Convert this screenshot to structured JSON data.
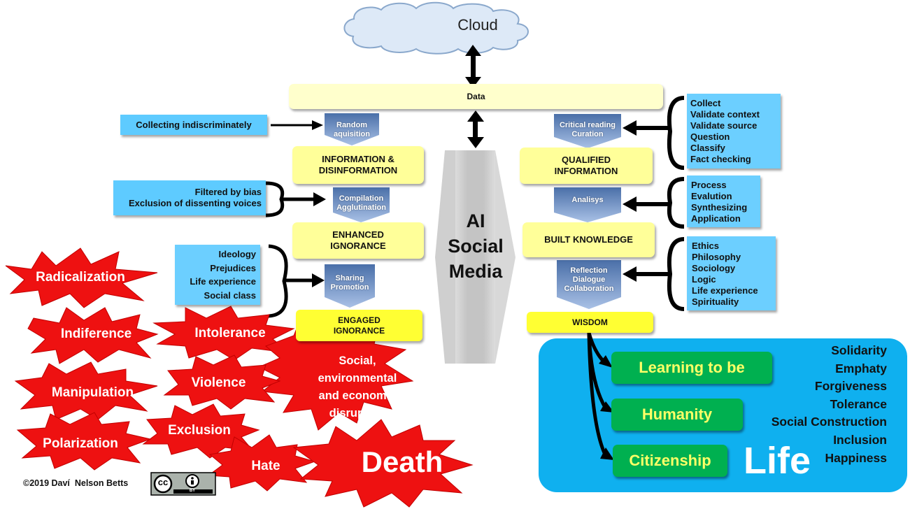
{
  "cloud": {
    "label": "Cloud"
  },
  "data_bar": {
    "label": "Data"
  },
  "left_chain": {
    "collecting": "Collecting indiscriminately",
    "random": "Random aquisition",
    "info_line1": "INFORMATION &",
    "info_line2": "DISINFORMATION",
    "filtered_line1": "Filtered by bias",
    "filtered_line2": "Exclusion of dissenting voices",
    "compilation_line1": "Compilation",
    "compilation_line2": "Agglutination",
    "enhanced_line1": "ENHANCED",
    "enhanced_line2": "IGNORANCE",
    "factors": [
      "Ideology",
      "Prejudices",
      "Life experience",
      "Social class"
    ],
    "sharing_line1": "Sharing",
    "sharing_line2": "Promotion",
    "engaged_line1": "ENGAGED",
    "engaged_line2": "IGNORANCE"
  },
  "center": {
    "line1": "AI",
    "line2": "Social",
    "line3": "Media"
  },
  "right_chain": {
    "critical_line1": "Critical reading",
    "critical_line2": "Curation",
    "collect_list": [
      "Collect",
      "Validate context",
      "Validate source",
      "Question",
      "Classify",
      "Fact checking"
    ],
    "qualified_line1": "QUALIFIED",
    "qualified_line2": "INFORMATION",
    "analisys": "Analisys",
    "process_list": [
      "Process",
      "Evalution",
      "Synthesizing",
      "Application"
    ],
    "built": "BUILT KNOWLEDGE",
    "reflection_line1": "Reflection",
    "reflection_line2": "Dialogue",
    "reflection_line3": "Collaboration",
    "ethics_list": [
      "Ethics",
      "Philosophy",
      "Sociology",
      "Logic",
      "Life experience",
      "Spirituality"
    ],
    "wisdom": "WISDOM"
  },
  "life_panel": {
    "learning": "Learning to be",
    "humanity": "Humanity",
    "citizenship": "Citizenship",
    "life": "Life",
    "values": [
      "Solidarity",
      "Emphaty",
      "Forgiveness",
      "Tolerance",
      "Social Construction",
      "Inclusion",
      "Happiness"
    ]
  },
  "consequences": {
    "radicalization": "Radicalization",
    "indiference": "Indiference",
    "intolerance": "Intolerance",
    "social_line1": "Social,",
    "social_line2": "environmental",
    "social_line3": "and economic",
    "social_line4": "disruption",
    "manipulation": "Manipulation",
    "violence": "Violence",
    "exclusion": "Exclusion",
    "polarization": "Polarization",
    "hate": "Hate",
    "death": "Death"
  },
  "copyright": "©2019 Daví  Nelson Betts",
  "license": {
    "cc": "cc",
    "by": "BY"
  },
  "colors": {
    "burst_red": "#ee1111",
    "panel_blue": "#0fb0ef",
    "box_blue": "#5ecbff",
    "green": "#00b050",
    "yellow": "#ffff99"
  }
}
